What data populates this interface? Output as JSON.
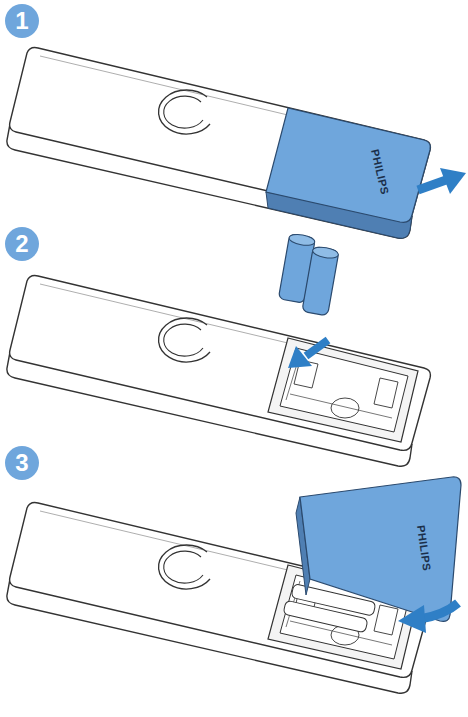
{
  "diagram": {
    "labels": [
      "1",
      "PHILIPS",
      "2",
      "3",
      "PHILIPS"
    ]
  }
}
